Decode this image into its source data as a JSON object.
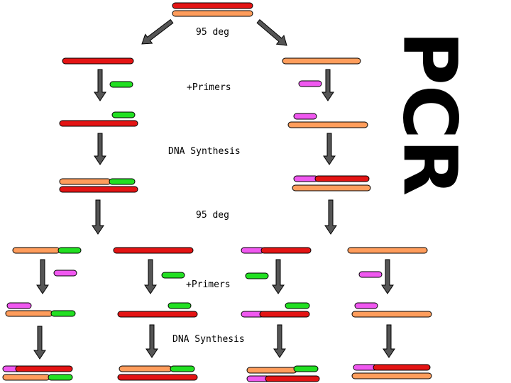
{
  "title": "PCR",
  "steps": {
    "denature_1": "95 deg",
    "primers_1": "+Primers",
    "synthesis_1": "DNA Synthesis",
    "denature_2": "95 deg",
    "primers_2": "+Primers",
    "synthesis_2": "DNA Synthesis"
  },
  "colors": {
    "red_strand": "#e41414",
    "orange_strand": "#ff9d5c",
    "green_primer": "#22e022",
    "magenta_primer": "#f058f0",
    "arrow": "#555555"
  }
}
